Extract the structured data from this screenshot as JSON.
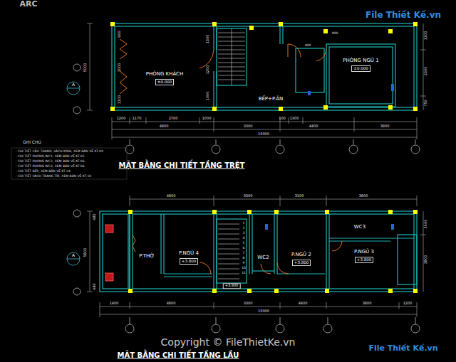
{
  "diagram": {
    "nodes": [
      {
        "text": [
          "PHÒNG KHÁCH",
          "±0.000"
        ]
      },
      {
        "text": [
          "BẾP+P.ĂN"
        ]
      },
      {
        "text": [
          "PHÒNG NGỦ 1",
          "±0.000"
        ]
      },
      {
        "text": [
          "P.THỜ"
        ]
      },
      {
        "text": [
          "P.NGỦ 4",
          "+3.800"
        ]
      },
      {
        "text": [
          "WC2"
        ]
      },
      {
        "text": [
          "P.NGỦ 2",
          "+3.800"
        ]
      },
      {
        "text": [
          "WC3"
        ]
      },
      {
        "text": [
          "P.NGỦ 3",
          "+3.800"
        ]
      }
    ],
    "labels": [
      "ARC",
      "File Thiết Kế.vn",
      "MẶT BẰNG CHI TIẾT TẦNG TRỆT",
      "GHI CHÚ",
      "- CHI TIẾT CẦU THANG, VÁCH KÍNH, XEM BẢN VẼ KT-09",
      "- CHI TIẾT PHÒNG WC1, XEM BẢN VẼ KT-05",
      "- CHI TIẾT PHÒNG WC2, XEM BẢN VẼ KT-06",
      "- CHI TIẾT PHÒNG WC3, XEM BẢN VẼ KT-06",
      "- CHI TIẾT BẾP, XEM BẢN VẼ KT-24",
      "- CHI TIẾT VÁCH TRANG TRÍ, XEM BẢN VẼ KT-10",
      "1200",
      "1170",
      "2700",
      "1000",
      "100",
      "1300",
      "4800",
      "3300",
      "4400",
      "3800",
      "15000",
      "5000",
      "900",
      "3000",
      "1100",
      "1300",
      "1200",
      "1000",
      "1300",
      "2300",
      "750",
      "400",
      "900",
      "A",
      "4800",
      "3300",
      "3100",
      "3800",
      "1400",
      "4800",
      "3300",
      "4400",
      "3800",
      "1200",
      "15000",
      "5800",
      "480",
      "480",
      "1400",
      "3800",
      "1",
      "2",
      "3",
      "4",
      "5",
      "6",
      "7",
      "8",
      "9",
      "10",
      "11",
      "+3.800",
      "A",
      "MẶT BẰNG CHI TIẾT TẦNG LẦU",
      "Copyright © FileThietKe.vn",
      "File Thiết Kế.vn"
    ]
  }
}
